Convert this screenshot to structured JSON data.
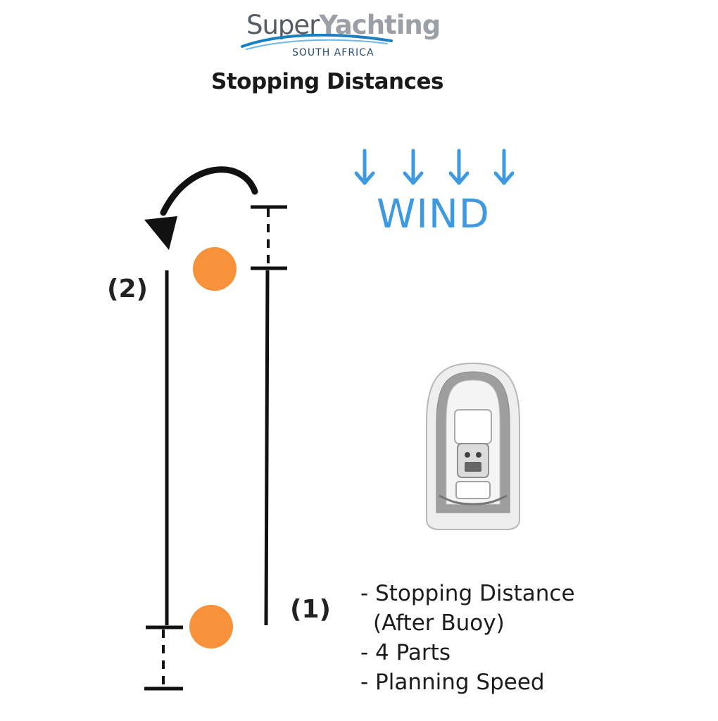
{
  "logo": {
    "word_a": "Super",
    "word_b": "Yachting",
    "sub": "SOUTH AFRICA"
  },
  "title": "Stopping Distances",
  "wind": {
    "label": "WIND",
    "arrow_color": "#3d99e0"
  },
  "paths": {
    "label_2": "(2)",
    "label_1": "(1)"
  },
  "buoy_color": "#f7923a",
  "notes": {
    "line1": "- Stopping Distance",
    "line2": "(After Buoy)",
    "line3": "- 4 Parts",
    "line4": "- Planning Speed"
  }
}
